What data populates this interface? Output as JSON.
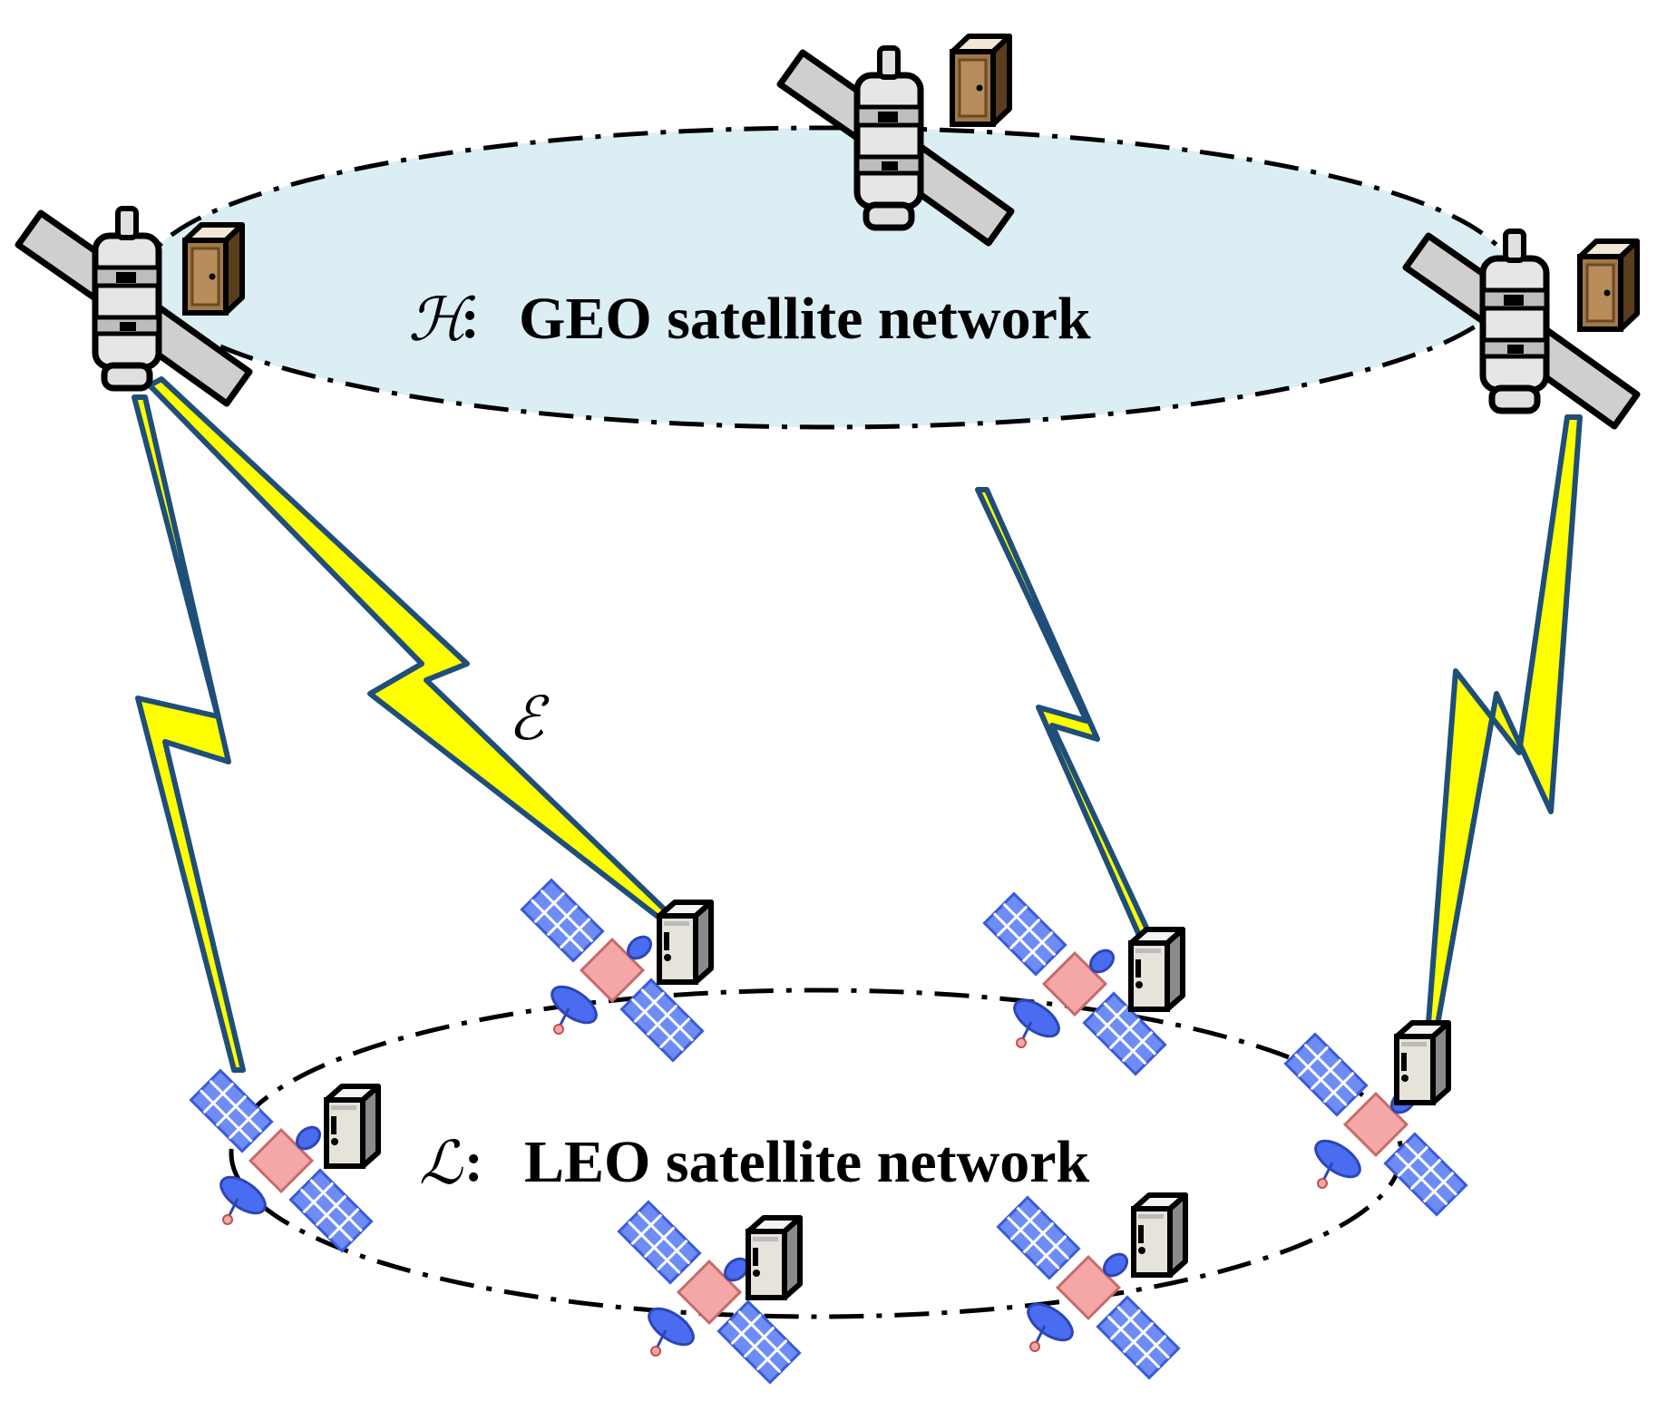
{
  "geo_network": {
    "symbol": "ℋ",
    "separator": ":",
    "label": "GEO satellite network",
    "fill_color": "#dbeef4"
  },
  "leo_network": {
    "symbol": "ℒ",
    "separator": ":",
    "label": "LEO satellite network"
  },
  "link_label": {
    "symbol": "ℰ"
  },
  "colors": {
    "bolt_fill": "#ffff00",
    "bolt_stroke": "#1f4e79",
    "leo_panel": "#4a6cf0",
    "leo_body": "#f4a7a7",
    "geo_body": "#d0d0d0",
    "server_geo": "#a0784a"
  },
  "icons": {
    "geo_satellite": "geo-satellite-icon",
    "leo_satellite": "leo-satellite-icon",
    "server": "server-icon",
    "link": "lightning-link-icon"
  }
}
